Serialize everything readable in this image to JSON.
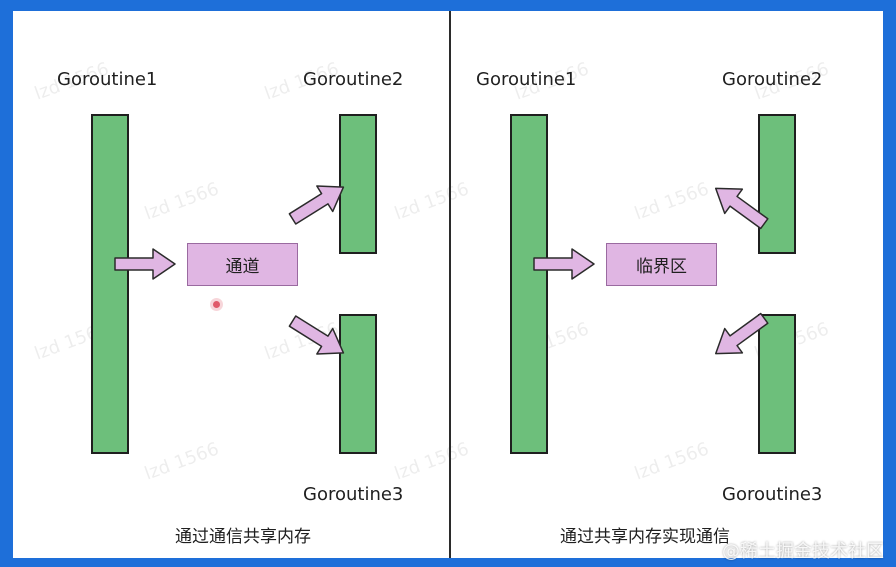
{
  "left_panel": {
    "goroutine1": "Goroutine1",
    "goroutine2": "Goroutine2",
    "goroutine3": "Goroutine3",
    "box_label": "通道",
    "caption": "通过通信共享内存"
  },
  "right_panel": {
    "goroutine1": "Goroutine1",
    "goroutine2": "Goroutine2",
    "goroutine3": "Goroutine3",
    "box_label": "临界区",
    "caption": "通过共享内存实现通信"
  },
  "watermark": "lzd 1566",
  "credit": "@稀土掘金技术社区",
  "colors": {
    "bar_fill": "#6dbf7b",
    "arrow_fill": "#e0b6e3",
    "box_fill": "#e0b6e3",
    "frame": "#1e6fd9"
  }
}
